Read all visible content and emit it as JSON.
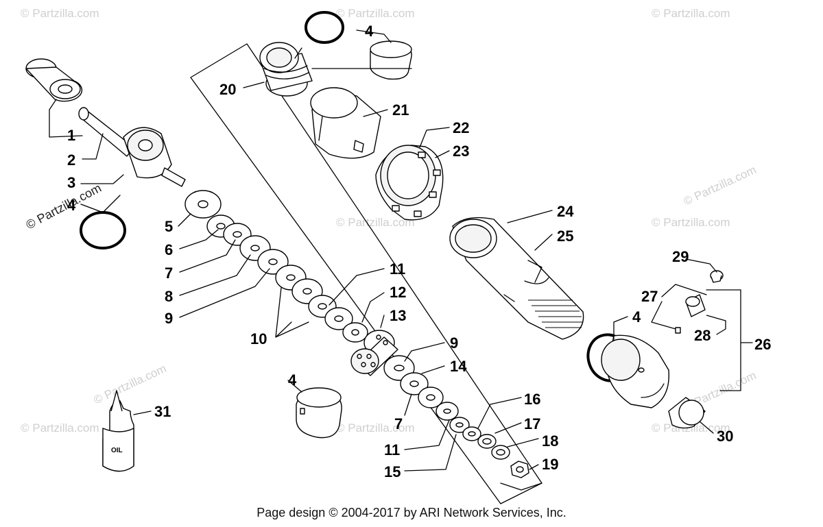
{
  "watermarks": [
    "© Partzilla.com"
  ],
  "oil_label": "OIL",
  "callouts": {
    "c1": "1",
    "c2": "2",
    "c3": "3",
    "c4a": "4",
    "c4b": "4",
    "c4c": "4",
    "c4d": "4",
    "c5": "5",
    "c6": "6",
    "c7a": "7",
    "c7b": "7",
    "c8": "8",
    "c9a": "9",
    "c9b": "9",
    "c10": "10",
    "c11a": "11",
    "c11b": "11",
    "c12": "12",
    "c13": "13",
    "c14": "14",
    "c15": "15",
    "c16": "16",
    "c17": "17",
    "c18": "18",
    "c19": "19",
    "c20": "20",
    "c21": "21",
    "c22": "22",
    "c23": "23",
    "c24": "24",
    "c25": "25",
    "c26": "26",
    "c27": "27",
    "c28": "28",
    "c29": "29",
    "c30": "30",
    "c31": "31"
  },
  "footer": "Page design © 2004-2017 by ARI Network Services, Inc."
}
